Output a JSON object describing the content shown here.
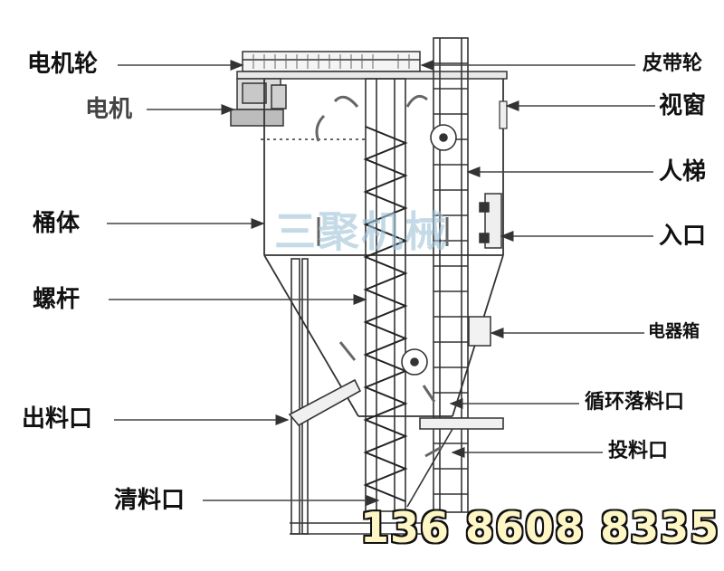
{
  "labels": {
    "motor_wheel": "电机轮",
    "motor": "电机",
    "barrel": "桶体",
    "screw": "螺杆",
    "outlet": "出料口",
    "cleaning_port": "清料口",
    "belt_wheel": "皮带轮",
    "sight_window": "视窗",
    "ladder": "人梯",
    "inlet": "入口",
    "electrical_box": "电器箱",
    "recirculation_port": "循环落料口",
    "feeding_port": "投料口"
  },
  "watermark": "三聚机械",
  "phone": "136 8608 8335"
}
